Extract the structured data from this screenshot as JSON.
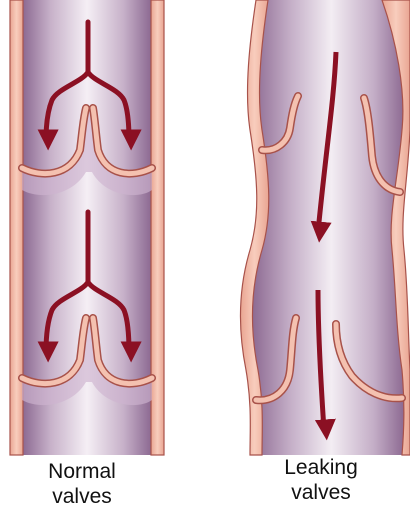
{
  "captions": {
    "normal": {
      "line1": "Normal",
      "line2": "valves"
    },
    "leaking": {
      "line1": "Leaking",
      "line2": "valves"
    }
  },
  "colors": {
    "vessel_wall": "#f2b9a6",
    "vessel_wall_edge": "#a8524a",
    "lumen_center": "#f4eef4",
    "lumen_edge": "#8e6a93",
    "blood_arrow": "#8b1023"
  },
  "icons": {
    "flow_arrow": "arrow",
    "valve": "valve-leaflet"
  }
}
